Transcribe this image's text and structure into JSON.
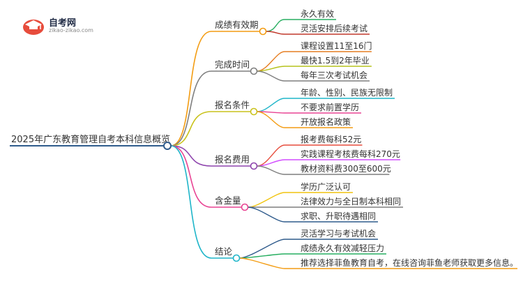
{
  "logo": {
    "name": "自考网",
    "url": "zikao-zikao.com"
  },
  "root": {
    "label": "2025年广东教育管理自考本科信息概览",
    "color": "#2f5b8c"
  },
  "branches": [
    {
      "label": "成绩有效期",
      "color": "#f39c12",
      "children": [
        {
          "label": "永久有效",
          "color": "#27ae60"
        },
        {
          "label": "灵活安排后续考试",
          "color": "#c0392b"
        }
      ]
    },
    {
      "label": "完成时间",
      "color": "#7f7f7f",
      "children": [
        {
          "label": "课程设置11至16门",
          "color": "#e67e22"
        },
        {
          "label": "最快1.5到2年毕业",
          "color": "#b5c21b"
        },
        {
          "label": "每年三次考试机会",
          "color": "#7f7f7f"
        }
      ]
    },
    {
      "label": "报名条件",
      "color": "#c9c21b",
      "children": [
        {
          "label": "年龄、性别、民族无限制",
          "color": "#1fb5c9"
        },
        {
          "label": "不要求前置学历",
          "color": "#e84393"
        },
        {
          "label": "开放报名政策",
          "color": "#f39c12"
        }
      ]
    },
    {
      "label": "报名费用",
      "color": "#8e44ad",
      "children": [
        {
          "label": "报考费每科52元",
          "color": "#e74c3c"
        },
        {
          "label": "实践课程考核费每科270元",
          "color": "#d24dff"
        },
        {
          "label": "教材资料费300至600元",
          "color": "#7f7f7f"
        }
      ]
    },
    {
      "label": "含金量",
      "color": "#e84393",
      "children": [
        {
          "label": "学历广泛认可",
          "color": "#f1c40f"
        },
        {
          "label": "法律效力与全日制本科相同",
          "color": "#7f7f7f"
        },
        {
          "label": "求职、升职待遇相同",
          "color": "#2f5b8c"
        }
      ]
    },
    {
      "label": "结论",
      "color": "#1fb5c9",
      "children": [
        {
          "label": "灵活学习与考试机会",
          "color": "#2f5b8c"
        },
        {
          "label": "成绩永久有效减轻压力",
          "color": "#27ae60"
        },
        {
          "label": "推荐选择菲鱼教育自考，在线咨询菲鱼老师获取更多信息。",
          "color": "#f39c12"
        }
      ]
    }
  ]
}
